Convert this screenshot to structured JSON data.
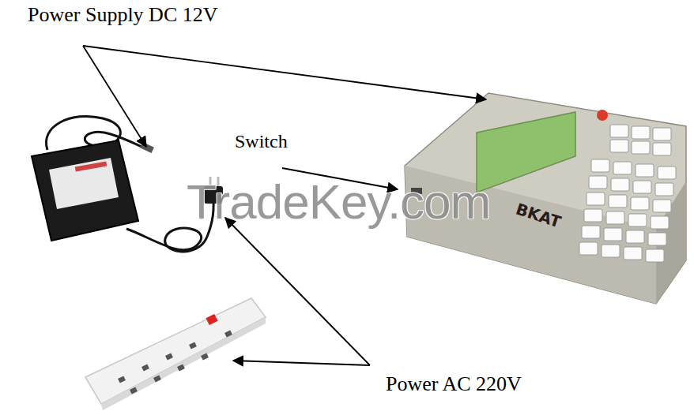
{
  "diagram": {
    "labels": [
      "Power Supply DC 12V",
      "Switch",
      "Power AC 220V",
      "TradeKey.com",
      "BKAT"
    ]
  }
}
